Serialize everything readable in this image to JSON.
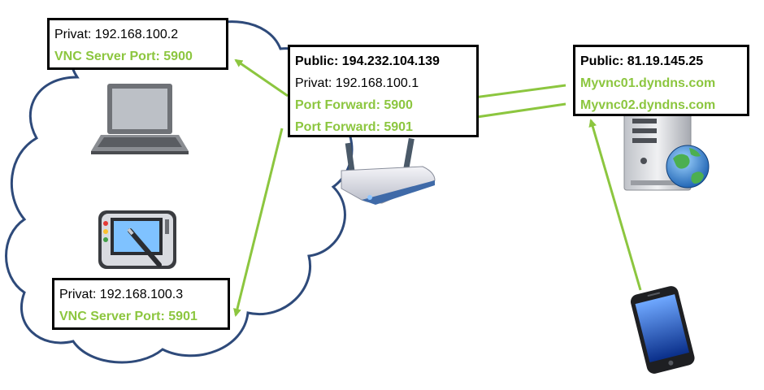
{
  "colors": {
    "cloud_stroke": "#2e4a7a",
    "arrow": "#8cc63f",
    "box_border": "#000000",
    "green_text": "#8cc63f"
  },
  "laptop": {
    "private_label": "Privat: 192.168.100.2",
    "vnc_port_label": "VNC Server Port: 5900"
  },
  "tablet": {
    "private_label": "Privat: 192.168.100.3",
    "vnc_port_label": "VNC Server Port: 5901"
  },
  "router": {
    "public_label": "Public: 194.232.104.139",
    "private_label": "Privat: 192.168.100.1",
    "forward_1": "Port Forward: 5900",
    "forward_2": "Port Forward: 5901"
  },
  "server": {
    "public_label": "Public: 81.19.145.25",
    "dns_1": "Myvnc01.dyndns.com",
    "dns_2": "Myvnc02.dyndns.com"
  },
  "icons": [
    "cloud-icon",
    "laptop-icon",
    "tablet-icon",
    "router-icon",
    "server-icon",
    "globe-icon",
    "smartphone-icon"
  ]
}
